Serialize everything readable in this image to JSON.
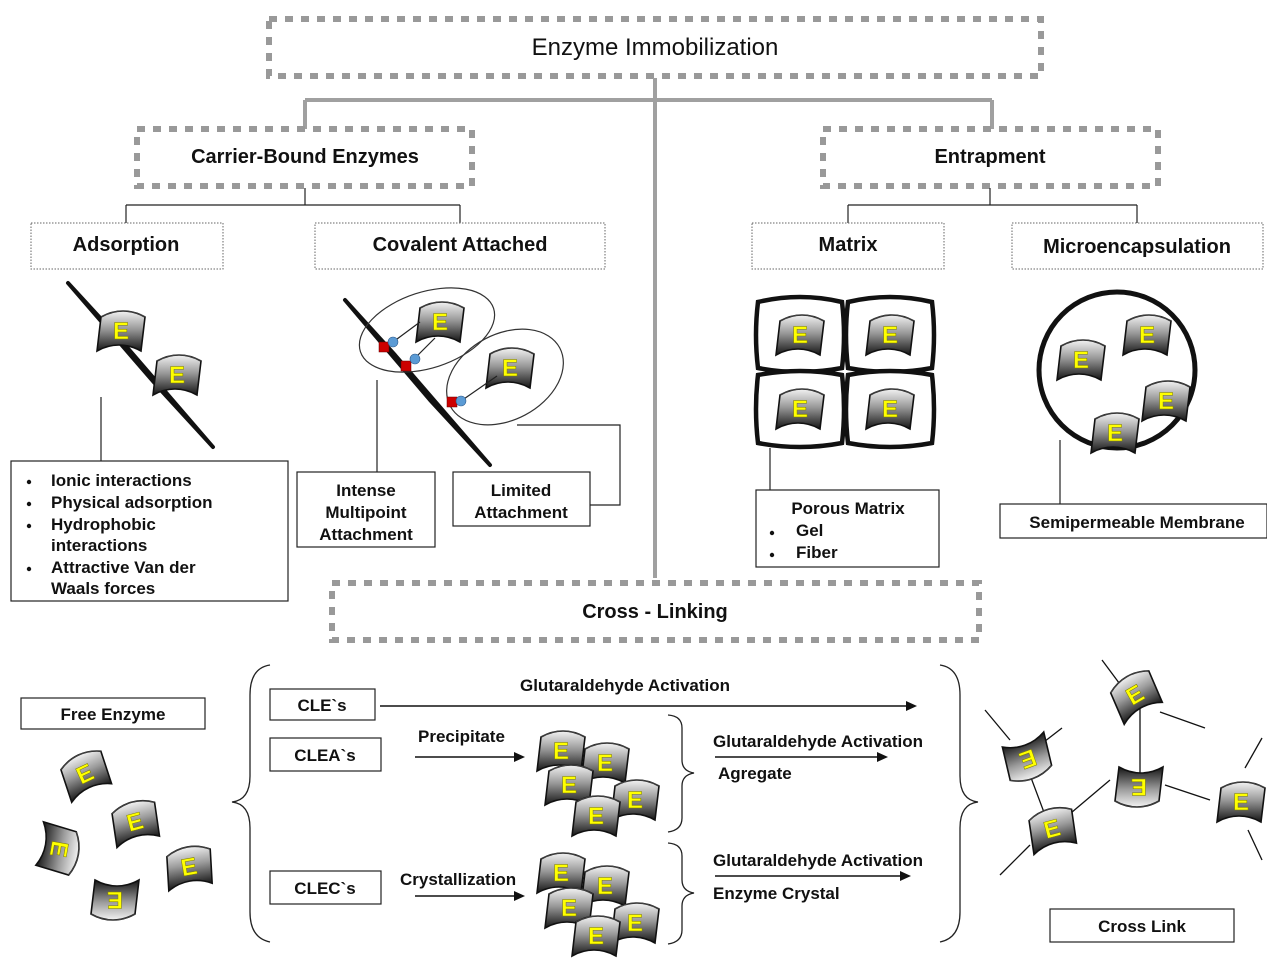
{
  "title": "Enzyme Immobilization",
  "carrier": {
    "title": "Carrier-Bound Enzymes",
    "adsorption": {
      "label": "Adsorption",
      "bullets": [
        "Ionic interactions",
        "Physical adsorption",
        "Hydrophobic",
        "interactions",
        "Attractive Van der",
        "Waals forces"
      ]
    },
    "covalent": {
      "label": "Covalent Attached",
      "intense": [
        "Intense",
        "Multipoint",
        "Attachment"
      ],
      "limited": [
        "Limited",
        "Attachment"
      ]
    }
  },
  "entrapment": {
    "title": "Entrapment",
    "matrix": {
      "label": "Matrix",
      "caption": "Porous Matrix",
      "items": [
        "Gel",
        "Fiber"
      ]
    },
    "micro": {
      "label": "Microencapsulation",
      "caption": "Semipermeable Membrane"
    }
  },
  "crosslinking": {
    "title": "Cross - Linking",
    "free_enzyme": "Free Enzyme",
    "cles": "CLE`s",
    "cleas": "CLEA`s",
    "clecs": "CLEC`s",
    "glut1": "Glutaraldehyde Activation",
    "precipitate": "Precipitate",
    "glut2": "Glutaraldehyde Activation",
    "agregate": "Agregate",
    "crystallization": "Crystallization",
    "glut3": "Glutaraldehyde Activation",
    "enzyme_crystal": "Enzyme Crystal",
    "cross_link": "Cross Link"
  },
  "enzyme_letter": "E",
  "colors": {
    "dashed_border": "#999999",
    "connector": "#a0a0a0",
    "enzyme_letter": "#ffff00",
    "enzyme_dark": "#1a1a1a",
    "red_marker": "#cc0000",
    "blue_marker": "#5b9bd5"
  }
}
